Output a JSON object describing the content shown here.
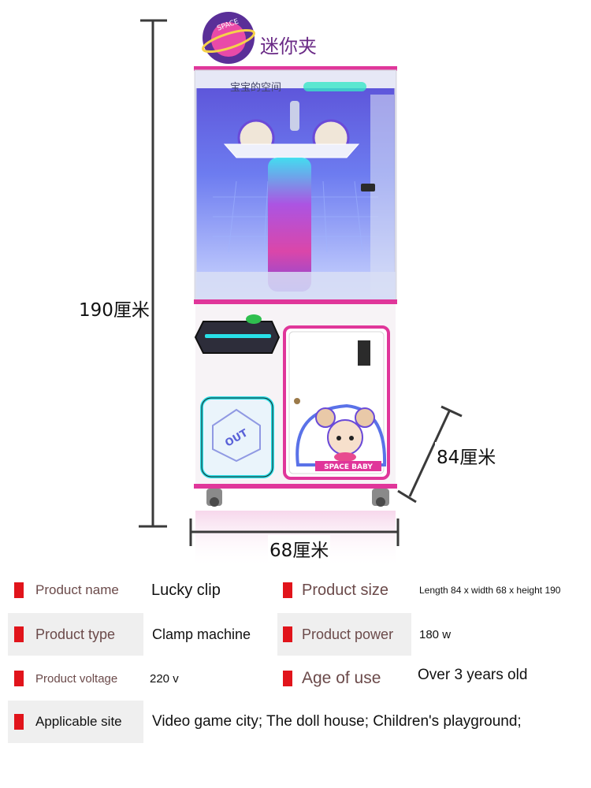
{
  "header": {
    "brand_logo_text": "SPACE",
    "product_title": "迷你夹",
    "cabinet_sign": "宝宝的空间",
    "door_badge": "SPACE BABY",
    "out_label": "OUT"
  },
  "dimensions": {
    "height": "190厘米",
    "depth": "84厘米",
    "width": "68厘米"
  },
  "colors": {
    "marker": "#e1141b",
    "trim_pink": "#e0369a",
    "neon_cyan": "#28e0e8",
    "cabinet_blue": "#3a4bd8"
  },
  "specs": [
    {
      "label": "Product name",
      "value": "Lucky clip"
    },
    {
      "label": "Product size",
      "value": "Length 84 x width 68 x height 190"
    },
    {
      "label": "Product type",
      "value": "Clamp machine"
    },
    {
      "label": "Product power",
      "value": "180 w"
    },
    {
      "label": "Product voltage",
      "value": "220 v"
    },
    {
      "label": "Age of use",
      "value": "Over 3 years old"
    },
    {
      "label": "Applicable site",
      "value": "Video game city; The doll house; Children's playground;"
    }
  ]
}
